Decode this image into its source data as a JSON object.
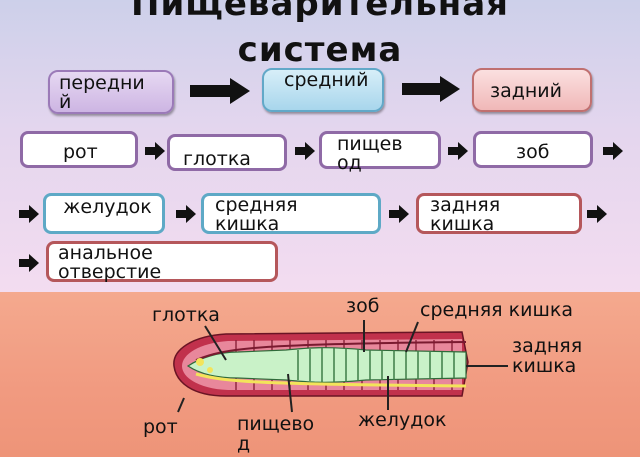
{
  "title_line1": "Пищеварительная",
  "title_line2": "система",
  "sections": {
    "front": "передний",
    "middle": "средний",
    "back": "задний"
  },
  "organs": {
    "mouth": "рот",
    "pharynx": "глотка",
    "esophagus": "пищевод",
    "crop": "зоб",
    "stomach": "желудок",
    "midgut": "средняя кишка",
    "hindgut": "задняя кишка",
    "anus": "анальное отверстие"
  },
  "labels": {
    "pharynx": "глотка",
    "crop": "зоб",
    "midgut": "средняя кишка",
    "hindgut": "задняя кишка",
    "mouth": "рот",
    "esophagus": "пищевод",
    "stomach": "желудок"
  }
}
